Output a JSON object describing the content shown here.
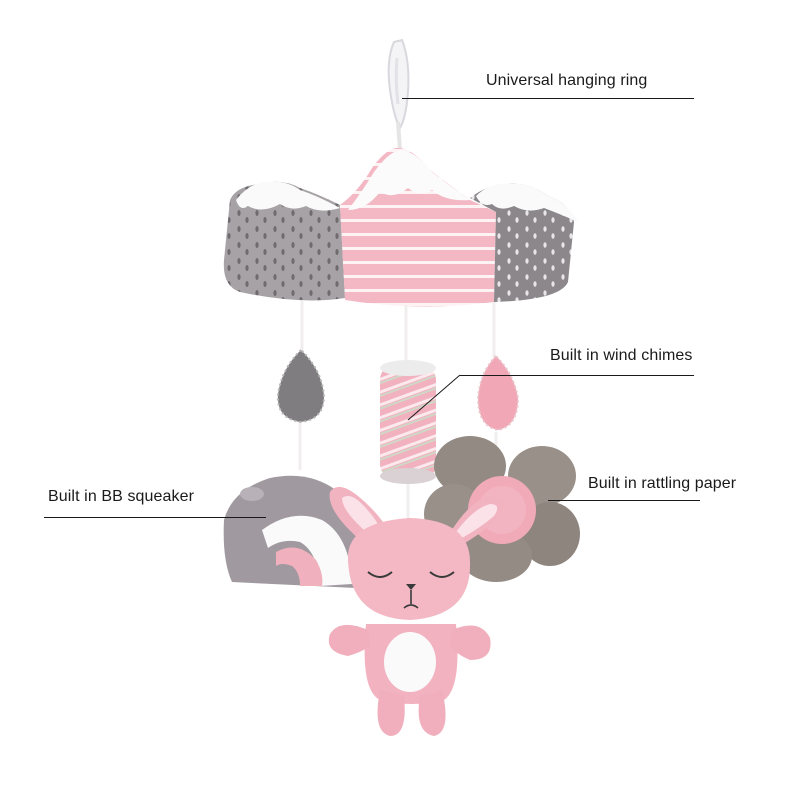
{
  "callouts": {
    "hanging_ring": "Universal hanging ring",
    "wind_chimes": "Built in wind chimes",
    "bb_squeaker": "Built in BB squeaker",
    "rattling_paper": "Built in rattling paper"
  },
  "colors": {
    "pink": "#f3b8c4",
    "pink_dark": "#eba0b0",
    "grey": "#a59fa4",
    "grey_dark": "#7d7a7d",
    "brown_grey": "#8f857d",
    "white": "#fbfbfb",
    "text": "#1a1a1a"
  },
  "icons": [
    "hanging-ring-icon",
    "cloud-icon",
    "raindrop-icon",
    "chime-tube-icon",
    "rainbow-cloud-icon",
    "bunny-icon",
    "flower-icon"
  ]
}
